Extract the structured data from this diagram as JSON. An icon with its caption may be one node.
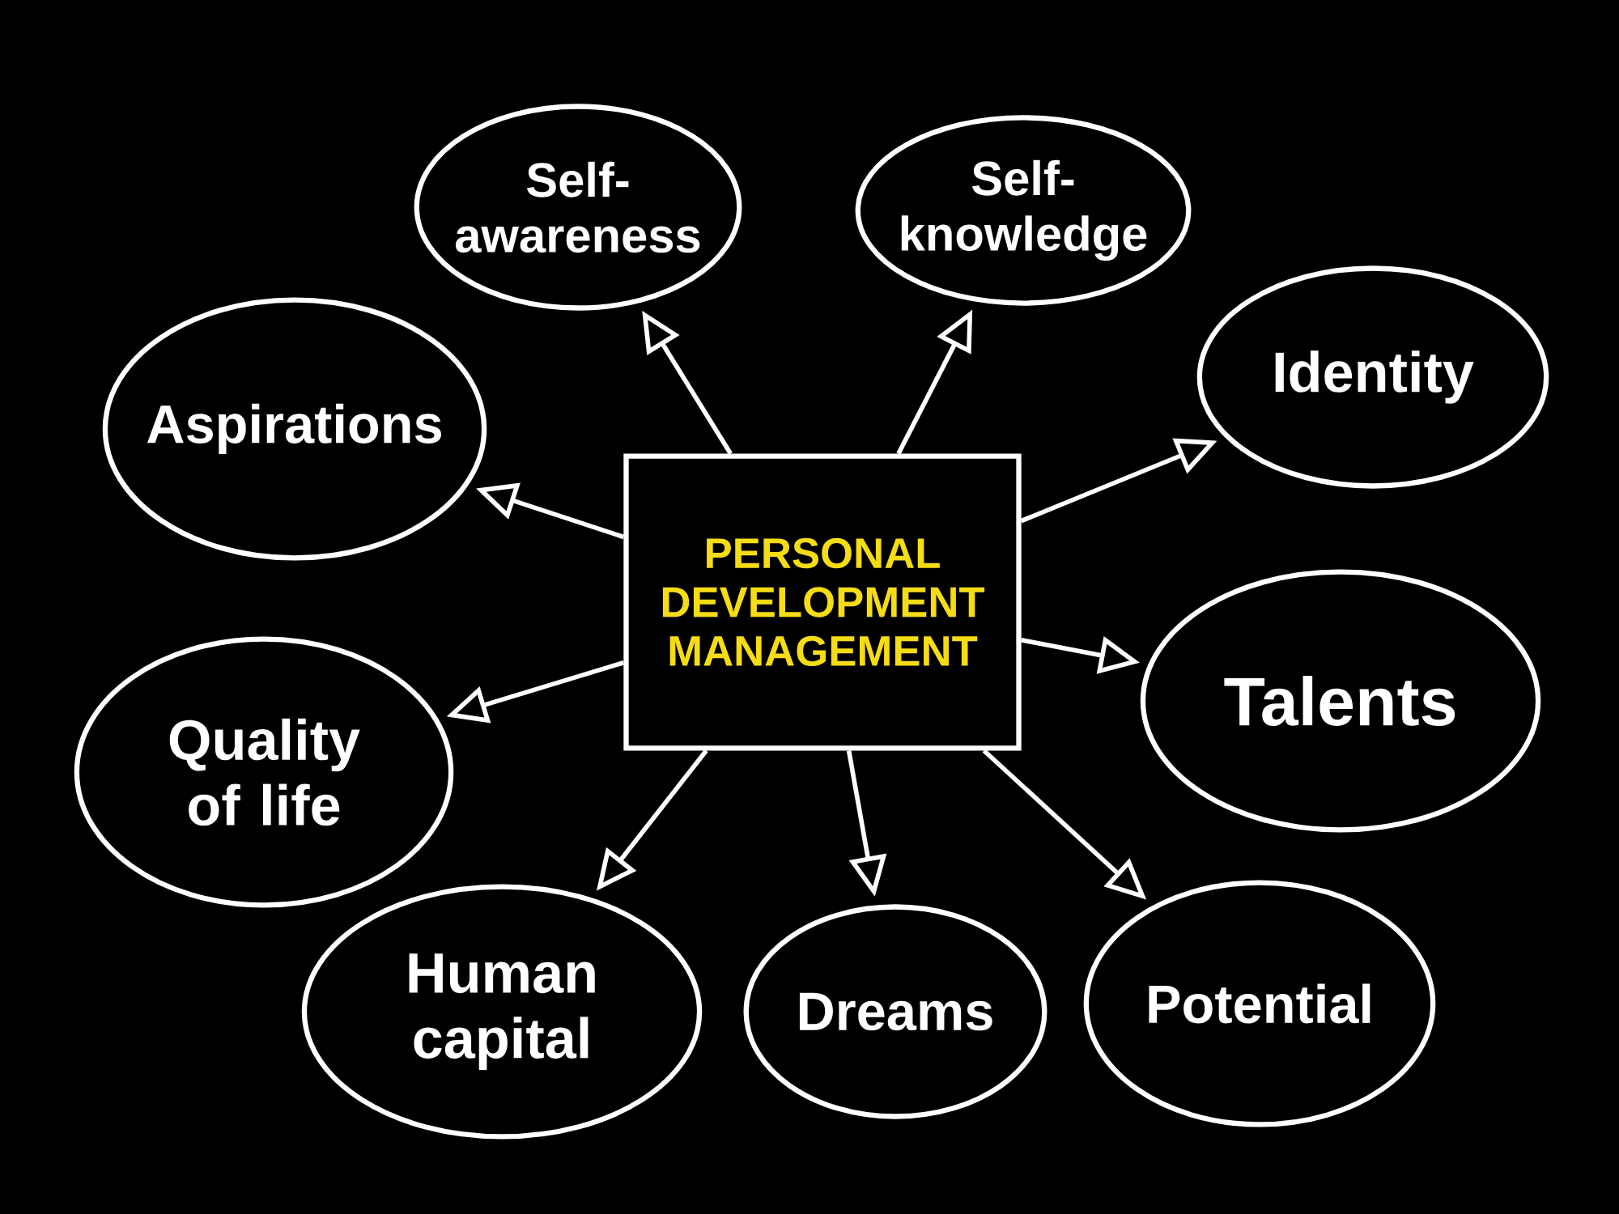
{
  "diagram": {
    "nodes": [
      {
        "text": [
          "PERSONAL DEVELOPMENT MANAGEMENT"
        ]
      },
      {
        "text": [
          "Self-awareness"
        ]
      },
      {
        "text": [
          "Self-knowledge"
        ]
      },
      {
        "text": [
          "Aspirations"
        ]
      },
      {
        "text": [
          "Identity"
        ]
      },
      {
        "text": [
          "Talents"
        ]
      },
      {
        "text": [
          "Quality of life"
        ]
      },
      {
        "text": [
          "Human capital"
        ]
      },
      {
        "text": [
          "Dreams"
        ]
      },
      {
        "text": [
          "Potential"
        ]
      }
    ],
    "edges": [
      {
        "from": 0,
        "to": 1,
        "arrow": "to"
      },
      {
        "from": 0,
        "to": 2,
        "arrow": "to"
      },
      {
        "from": 0,
        "to": 3,
        "arrow": "to"
      },
      {
        "from": 0,
        "to": 4,
        "arrow": "to"
      },
      {
        "from": 0,
        "to": 5,
        "arrow": "to"
      },
      {
        "from": 0,
        "to": 6,
        "arrow": "to"
      },
      {
        "from": 0,
        "to": 7,
        "arrow": "to"
      },
      {
        "from": 0,
        "to": 8,
        "arrow": "to"
      },
      {
        "from": 0,
        "to": 9,
        "arrow": "to"
      }
    ]
  }
}
